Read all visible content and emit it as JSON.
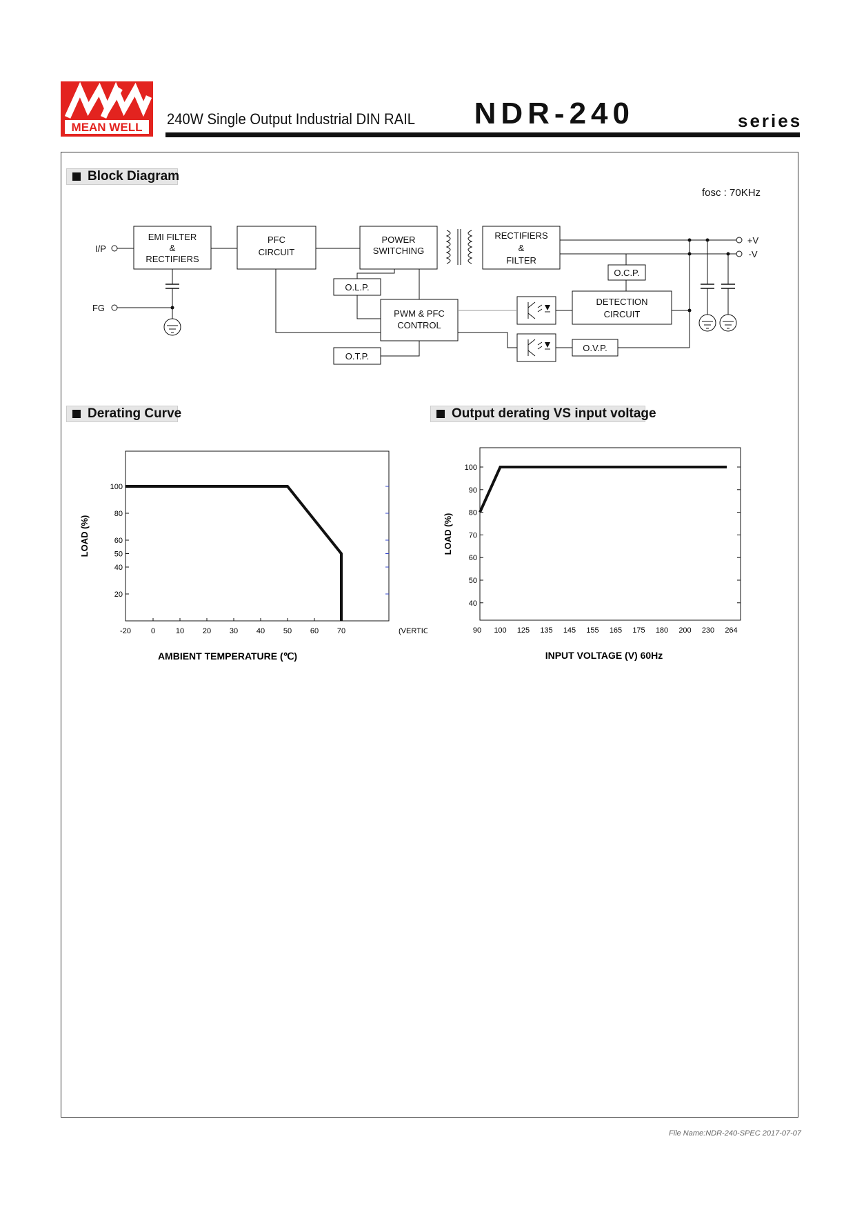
{
  "header": {
    "logo_text": "MEAN WELL",
    "subtitle": "240W Single Output Industrial DIN RAIL",
    "model": "NDR-240",
    "series": "series",
    "brand_color": "#e3231f"
  },
  "sections": {
    "block_diagram": "Block Diagram",
    "derating_curve": "Derating Curve",
    "output_derating": "Output derating VS input voltage"
  },
  "block_diagram": {
    "fosc": "fosc : 70KHz",
    "terminals": {
      "ip": "I/P",
      "fg": "FG",
      "vplus": "+V",
      "vminus": "-V"
    },
    "blocks": {
      "emi_1": "EMI FILTER",
      "emi_2": "&",
      "emi_3": "RECTIFIERS",
      "pfc_1": "PFC",
      "pfc_2": "CIRCUIT",
      "power_1": "POWER",
      "power_2": "SWITCHING",
      "rect_1": "RECTIFIERS",
      "rect_2": "&",
      "rect_3": "FILTER",
      "ocp": "O.C.P.",
      "olp": "O.L.P.",
      "pwm_1": "PWM & PFC",
      "pwm_2": "CONTROL",
      "det_1": "DETECTION",
      "det_2": "CIRCUIT",
      "otp": "O.T.P.",
      "ovp": "O.V.P."
    }
  },
  "chart_data": [
    {
      "type": "line",
      "title": "Derating Curve",
      "xlabel": "AMBIENT TEMPERATURE (℃)",
      "ylabel": "LOAD (%)",
      "x_ticks": [
        "-20",
        "0",
        "10",
        "20",
        "30",
        "40",
        "50",
        "60",
        "70"
      ],
      "x_extra_label": "(VERTICAL)",
      "y_ticks": [
        "100",
        "80",
        "60",
        "50",
        "40",
        "20"
      ],
      "series": [
        {
          "x": [
            -20,
            50,
            70,
            70
          ],
          "y": [
            100,
            100,
            50,
            0
          ]
        }
      ]
    },
    {
      "type": "line",
      "title": "Output derating VS input voltage",
      "xlabel": "INPUT VOLTAGE (V) 60Hz",
      "ylabel": "LOAD (%)",
      "x_ticks": [
        "90",
        "100",
        "125",
        "135",
        "145",
        "155",
        "165",
        "175",
        "180",
        "200",
        "230",
        "264"
      ],
      "y_ticks": [
        "100",
        "90",
        "80",
        "70",
        "60",
        "50",
        "40"
      ],
      "series": [
        {
          "x": [
            "90",
            "100",
            "264"
          ],
          "y": [
            80,
            100,
            100
          ]
        }
      ]
    }
  ],
  "footer": {
    "file_name": "File Name:NDR-240-SPEC   2017-07-07"
  }
}
